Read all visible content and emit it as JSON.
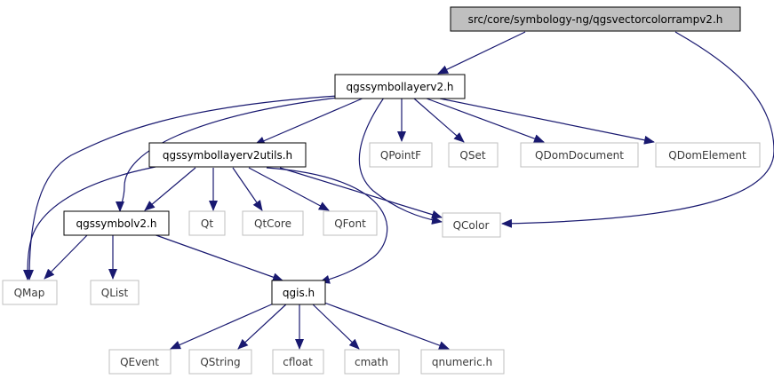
{
  "nodes": {
    "root": "src/core/symbology-ng/qgsvectorcolorrampv2.h",
    "symbollayer": "qgssymbollayerv2.h",
    "symbollayerutils": "qgssymbollayerv2utils.h",
    "symbolv2": "qgssymbolv2.h",
    "qgis": "qgis.h",
    "qpointf": "QPointF",
    "qset": "QSet",
    "qdomdocument": "QDomDocument",
    "qdomelement": "QDomElement",
    "qt": "Qt",
    "qtcore": "QtCore",
    "qfont": "QFont",
    "qcolor": "QColor",
    "qmap": "QMap",
    "qlist": "QList",
    "qevent": "QEvent",
    "qstring": "QString",
    "cfloat": "cfloat",
    "cmath": "cmath",
    "qnumeric": "qnumeric.h"
  },
  "colors": {
    "edge": "#191970",
    "root_fill": "#bfbfbf",
    "documented_border": "#000000",
    "external_border": "#bfbfbf"
  }
}
